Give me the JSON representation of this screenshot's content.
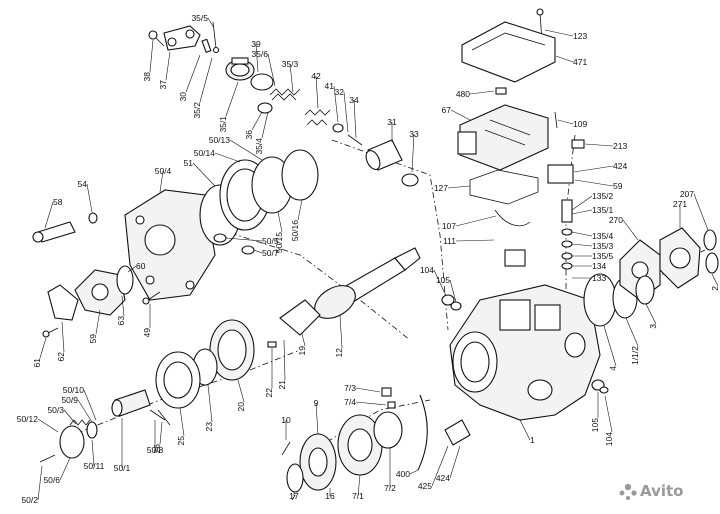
{
  "watermark": {
    "text": "Avito"
  },
  "callouts": [
    {
      "id": "c-35-5",
      "text": "35/5"
    },
    {
      "id": "c-38",
      "text": "38"
    },
    {
      "id": "c-37",
      "text": "37"
    },
    {
      "id": "c-30",
      "text": "30"
    },
    {
      "id": "c-35-2",
      "text": "35/2"
    },
    {
      "id": "c-39",
      "text": "39"
    },
    {
      "id": "c-35-6",
      "text": "35/6"
    },
    {
      "id": "c-35-3",
      "text": "35/3"
    },
    {
      "id": "c-35-1",
      "text": "35/1"
    },
    {
      "id": "c-36",
      "text": "36"
    },
    {
      "id": "c-35-4",
      "text": "35/4"
    },
    {
      "id": "c-42",
      "text": "42"
    },
    {
      "id": "c-41",
      "text": "41"
    },
    {
      "id": "c-32",
      "text": "32"
    },
    {
      "id": "c-34",
      "text": "34"
    },
    {
      "id": "c-31",
      "text": "31"
    },
    {
      "id": "c-33",
      "text": "33"
    },
    {
      "id": "c-50-13",
      "text": "50/13"
    },
    {
      "id": "c-50-14",
      "text": "50/14"
    },
    {
      "id": "c-51",
      "text": "51"
    },
    {
      "id": "c-50-4",
      "text": "50/4"
    },
    {
      "id": "c-54",
      "text": "54"
    },
    {
      "id": "c-58",
      "text": "58"
    },
    {
      "id": "c-50-16",
      "text": "50/16"
    },
    {
      "id": "c-50-15",
      "text": "50/15"
    },
    {
      "id": "c-50-5",
      "text": "50/5"
    },
    {
      "id": "c-50-7",
      "text": "50/7"
    },
    {
      "id": "c-60",
      "text": "60"
    },
    {
      "id": "c-59",
      "text": "59"
    },
    {
      "id": "c-63",
      "text": "63"
    },
    {
      "id": "c-49",
      "text": "49"
    },
    {
      "id": "c-61",
      "text": "61"
    },
    {
      "id": "c-62",
      "text": "62"
    },
    {
      "id": "c-19",
      "text": "19"
    },
    {
      "id": "c-12",
      "text": "12"
    },
    {
      "id": "c-22",
      "text": "22"
    },
    {
      "id": "c-21",
      "text": "21"
    },
    {
      "id": "c-20",
      "text": "20"
    },
    {
      "id": "c-23",
      "text": "23"
    },
    {
      "id": "c-25",
      "text": "25"
    },
    {
      "id": "c-26",
      "text": "26"
    },
    {
      "id": "c-50-8",
      "text": "50/8"
    },
    {
      "id": "c-50-10",
      "text": "50/10"
    },
    {
      "id": "c-50-9",
      "text": "50/9"
    },
    {
      "id": "c-50-3",
      "text": "50/3"
    },
    {
      "id": "c-50-12",
      "text": "50/12"
    },
    {
      "id": "c-50-11",
      "text": "50/11"
    },
    {
      "id": "c-50-6",
      "text": "50/6"
    },
    {
      "id": "c-50-1",
      "text": "50/1"
    },
    {
      "id": "c-50-2",
      "text": "50/2"
    },
    {
      "id": "c-10",
      "text": "10"
    },
    {
      "id": "c-9",
      "text": "9"
    },
    {
      "id": "c-17",
      "text": "17"
    },
    {
      "id": "c-16",
      "text": "16"
    },
    {
      "id": "c-7-1",
      "text": "7/1"
    },
    {
      "id": "c-7-2",
      "text": "7/2"
    },
    {
      "id": "c-7-3",
      "text": "7/3"
    },
    {
      "id": "c-7-4",
      "text": "7/4"
    },
    {
      "id": "c-400",
      "text": "400"
    },
    {
      "id": "c-425",
      "text": "425"
    },
    {
      "id": "c-424b",
      "text": "424"
    },
    {
      "id": "c-1",
      "text": "1"
    },
    {
      "id": "c-104a",
      "text": "104"
    },
    {
      "id": "c-105a",
      "text": "105"
    },
    {
      "id": "c-123",
      "text": "123"
    },
    {
      "id": "c-471",
      "text": "471"
    },
    {
      "id": "c-480",
      "text": "480"
    },
    {
      "id": "c-67",
      "text": "67"
    },
    {
      "id": "c-109",
      "text": "109"
    },
    {
      "id": "c-213",
      "text": "213"
    },
    {
      "id": "c-424",
      "text": "424"
    },
    {
      "id": "c-59b",
      "text": "59"
    },
    {
      "id": "c-127",
      "text": "127"
    },
    {
      "id": "c-135-2",
      "text": "135/2"
    },
    {
      "id": "c-135-1",
      "text": "135/1"
    },
    {
      "id": "c-107",
      "text": "107"
    },
    {
      "id": "c-111",
      "text": "111"
    },
    {
      "id": "c-135-4",
      "text": "135/4"
    },
    {
      "id": "c-135-3",
      "text": "135/3"
    },
    {
      "id": "c-135-5",
      "text": "135/5"
    },
    {
      "id": "c-134",
      "text": "134"
    },
    {
      "id": "c-133",
      "text": "133"
    },
    {
      "id": "c-270",
      "text": "270"
    },
    {
      "id": "c-271",
      "text": "271"
    },
    {
      "id": "c-207",
      "text": "207"
    },
    {
      "id": "c-2",
      "text": "2"
    },
    {
      "id": "c-1-1-2",
      "text": "1/1/2"
    },
    {
      "id": "c-3",
      "text": "3"
    },
    {
      "id": "c-4",
      "text": "4"
    },
    {
      "id": "c-105b",
      "text": "105"
    },
    {
      "id": "c-104b",
      "text": "104"
    }
  ]
}
